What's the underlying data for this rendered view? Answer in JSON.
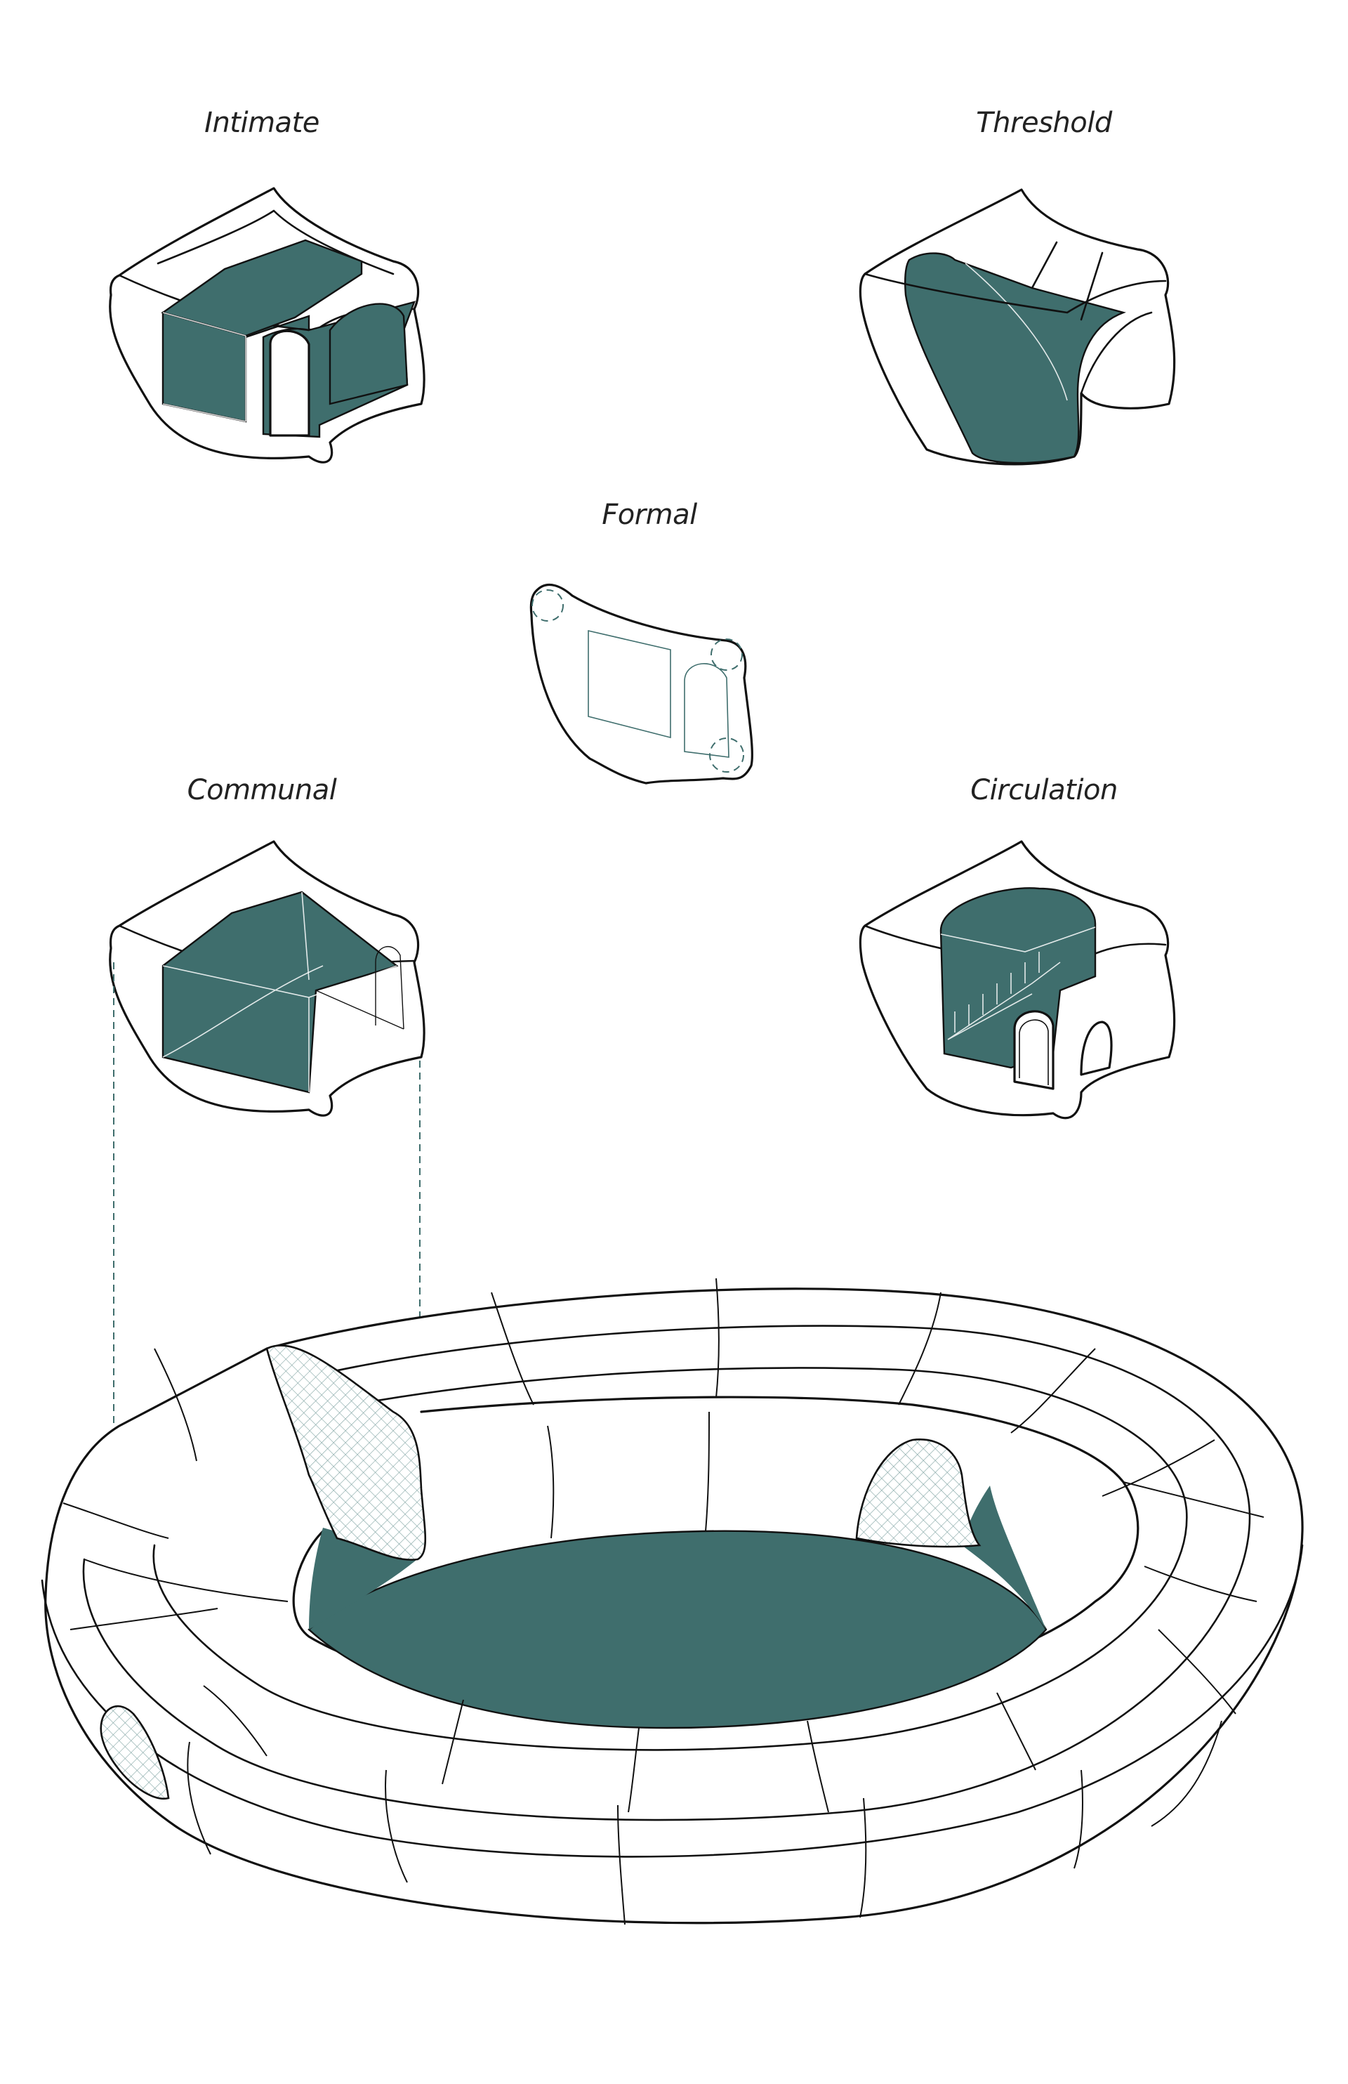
{
  "labels": {
    "intimate": "Intimate",
    "threshold": "Threshold",
    "formal": "Formal",
    "communal": "Communal",
    "circulation": "Circulation"
  },
  "colors": {
    "teal": "#3f6e6d",
    "line": "#111111",
    "background": "#ffffff"
  }
}
